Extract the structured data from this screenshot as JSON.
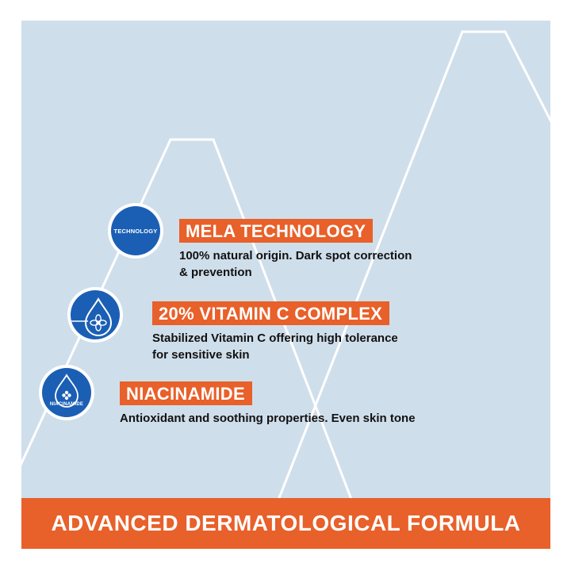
{
  "features": [
    {
      "badge_label": "TECHNOLOGY",
      "icon": "technology-badge-icon",
      "title": "MELA TECHNOLOGY",
      "desc_line1": "100% natural origin. Dark spot correction",
      "desc_line2": "& prevention"
    },
    {
      "badge_label": "",
      "icon": "vitamin-c-drop-icon",
      "title": "20% VITAMIN C COMPLEX",
      "desc_line1": "Stabilized Vitamin C offering high tolerance",
      "desc_line2": "for sensitive skin"
    },
    {
      "badge_label": "NIACINAMIDE",
      "icon": "niacinamide-drop-icon",
      "title": "NIACINAMIDE",
      "desc_line1": "Antioxidant and soothing properties. Even skin tone",
      "desc_line2": ""
    }
  ],
  "footer": {
    "text": "ADVANCED DERMATOLOGICAL FORMULA"
  },
  "colors": {
    "orange": "#e8602a",
    "blue": "#1b5fb5",
    "panel": "#cfdeeb"
  }
}
